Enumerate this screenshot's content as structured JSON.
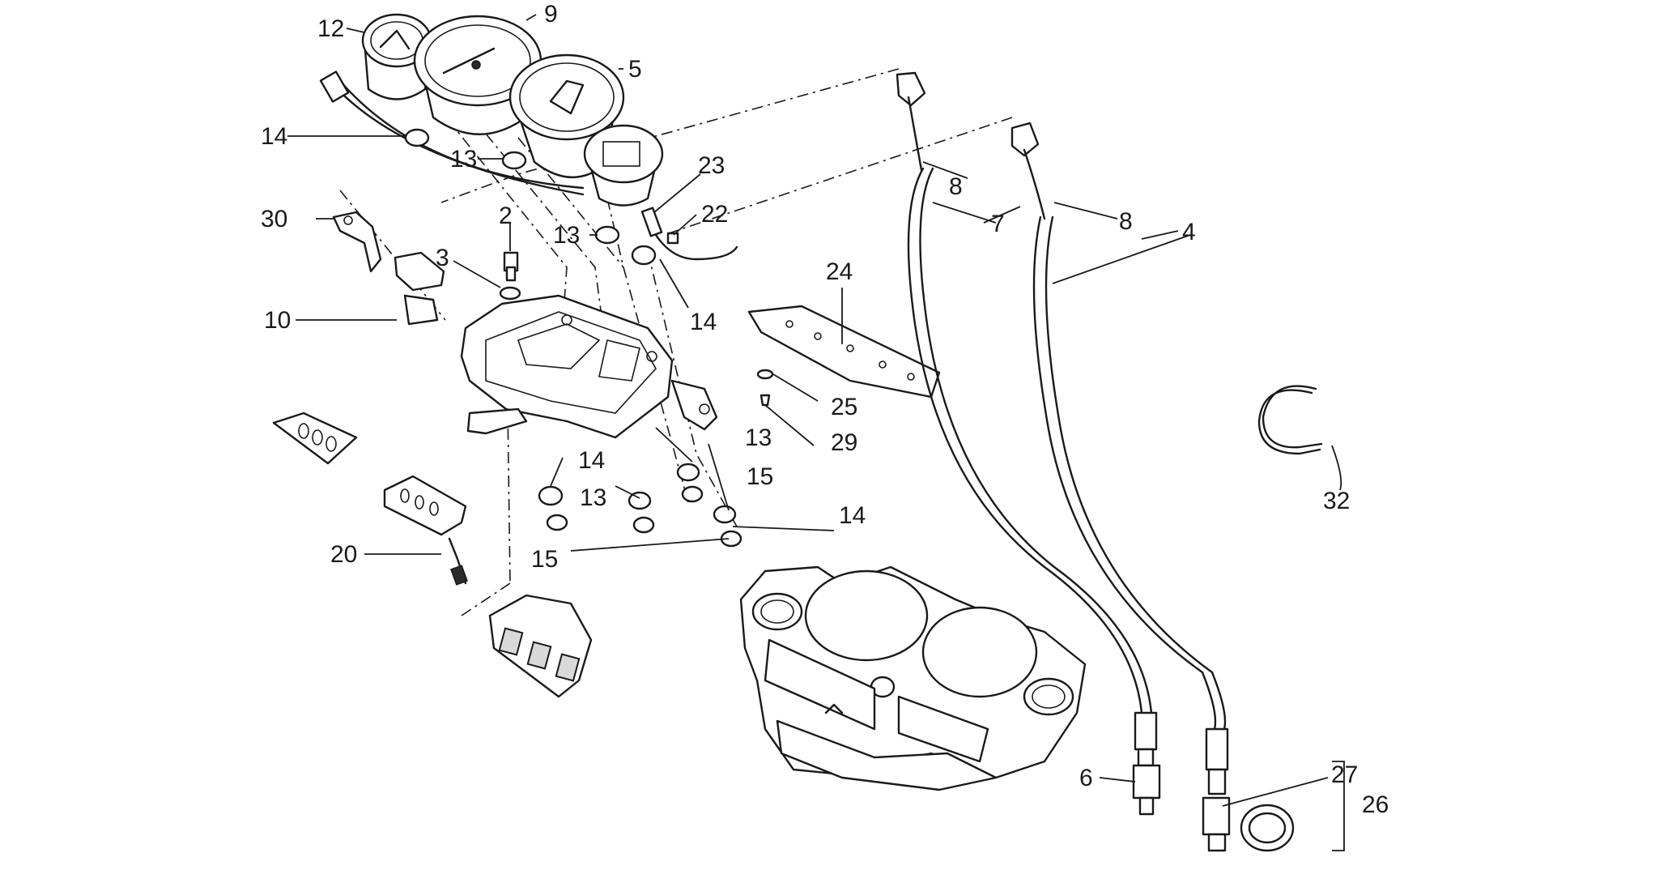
{
  "labels": {
    "c2": "2",
    "c3": "3",
    "c4": "4",
    "c5": "5",
    "c6": "6",
    "c7": "7",
    "c8a": "8",
    "c8b": "8",
    "c9": "9",
    "c10": "10",
    "c12": "12",
    "c13a": "13",
    "c13b": "13",
    "c13c": "13",
    "c13d": "13",
    "c14a": "14",
    "c14b": "14",
    "c14c": "14",
    "c14d": "14",
    "c15a": "15",
    "c15b": "15",
    "c20": "20",
    "c22": "22",
    "c23": "23",
    "c24": "24",
    "c25": "25",
    "c26": "26",
    "c27": "27",
    "c29": "29",
    "c30": "30",
    "c32": "32"
  }
}
